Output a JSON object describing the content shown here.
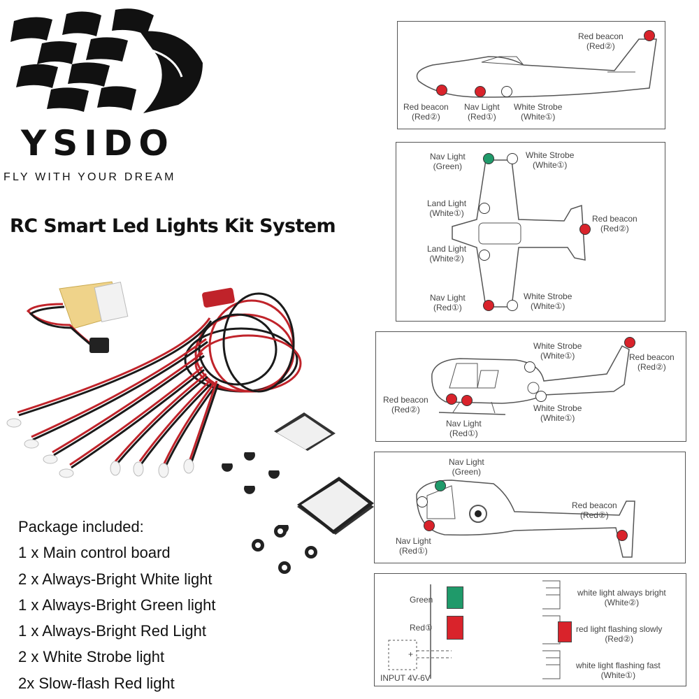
{
  "brand": {
    "name": "YSIDO",
    "tagline": "FLY WITH YOUR DREAM"
  },
  "headline": "RC Smart Led Lights Kit System",
  "package": {
    "title": "Package included:",
    "items": [
      "1 x Main control board",
      "2 x Always-Bright White light",
      "1 x Always-Bright Green light",
      "1 x Always-Bright Red Light",
      "2 x White Strobe light",
      "2x Slow-flash Red light"
    ]
  },
  "diagrams": {
    "plane_side": {
      "tail_beacon": [
        "Red beacon",
        "(Red②)"
      ],
      "nose_beacon": [
        "Red beacon",
        "(Red②)"
      ],
      "nav": [
        "Nav Light",
        "(Red①)"
      ],
      "strobe": [
        "White Strobe",
        "(White①)"
      ]
    },
    "plane_top": {
      "nav_green": [
        "Nav Light",
        "(Green)"
      ],
      "strobe_top": [
        "White Strobe",
        "(White①)"
      ],
      "land1": [
        "Land Light",
        "(White①)"
      ],
      "land2": [
        "Land Light",
        "(White②)"
      ],
      "beacon": [
        "Red beacon",
        "(Red②)"
      ],
      "nav_red": [
        "Nav Light",
        "(Red①)"
      ],
      "strobe_bottom": [
        "White Strobe",
        "(White①)"
      ]
    },
    "heli_side": {
      "strobe_top": [
        "White Strobe",
        "(White①)"
      ],
      "tail_beacon": [
        "Red beacon",
        "(Red②)"
      ],
      "beacon": [
        "Red beacon",
        "(Red②)"
      ],
      "nav": [
        "Nav Light",
        "(Red①)"
      ],
      "strobe_bottom": [
        "White Strobe",
        "(White①)"
      ]
    },
    "heli_front": {
      "nav_green": [
        "Nav Light",
        "(Green)"
      ],
      "beacon": [
        "Red beacon",
        "(Red②)"
      ],
      "nav_red": [
        "Nav Light",
        "(Red①)"
      ]
    },
    "board": {
      "green_label": "Green",
      "red_label": "Red①",
      "input_label": "INPUT 4V-6V",
      "out1": [
        "white light always bright",
        "(White②)"
      ],
      "out2": [
        "red light flashing slowly",
        "(Red②)"
      ],
      "out3": [
        "white light flashing fast",
        "(White①)"
      ],
      "plus": "+"
    }
  },
  "colors": {
    "led_red": "#d9232b",
    "led_green": "#1f9a6a",
    "wire_red": "#c0232a",
    "wire_black": "#1a1a1a"
  }
}
